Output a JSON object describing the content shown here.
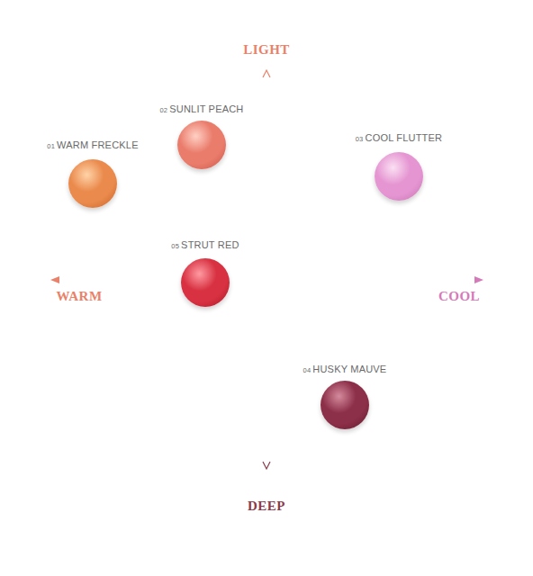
{
  "diagram": {
    "nodes": [
      {
        "text": [
          "01",
          "WARM FRECKLE"
        ]
      },
      {
        "text": [
          "02",
          "SUNLIT PEACH"
        ]
      },
      {
        "text": [
          "03",
          "COOL FLUTTER"
        ]
      },
      {
        "text": [
          "05",
          "STRUT RED"
        ]
      },
      {
        "text": [
          "04",
          "HUSKY MAUVE"
        ]
      }
    ],
    "labels": [
      "LIGHT",
      "WARM",
      "COOL",
      "DEEP"
    ]
  }
}
